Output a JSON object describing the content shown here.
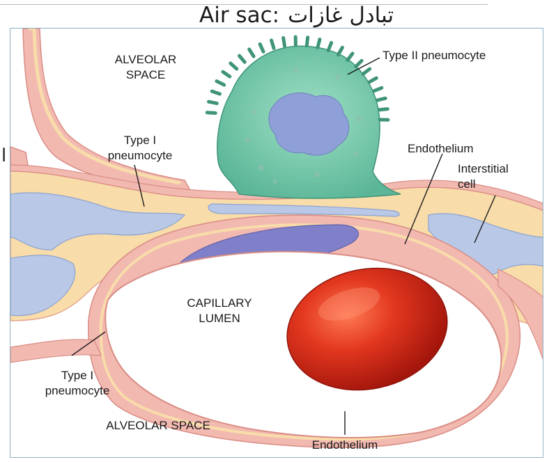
{
  "header": {
    "title_latin": "Air sac:",
    "title_arabic": "تبادل غازات",
    "side_mark": "ا"
  },
  "labels": {
    "alveolar_space_top_line1": "ALVEOLAR",
    "alveolar_space_top_line2": "SPACE",
    "type2_pneumocyte": "Type II pneumocyte",
    "type1_top_line1": "Type I",
    "type1_top_line2": "pneumocyte",
    "endothelium_top": "Endothelium",
    "interstitial_line1": "Interstitial",
    "interstitial_line2": "cell",
    "capillary_line1": "CAPILLARY",
    "capillary_line2": "LUMEN",
    "type1_bottom_line1": "Type I",
    "type1_bottom_line2": "pneumocyte",
    "alveolar_space_bottom": "ALVEOLAR SPACE",
    "endothelium_bottom": "Endothelium"
  },
  "colors": {
    "tissue_pink": "#f2b9b1",
    "tissue_pink_dark": "#e48f86",
    "interstitium_cream": "#f8dcaa",
    "interstitial_blue": "#b8c8e6",
    "nucleus_purple": "#7f80c9",
    "type2_cell_teal": "#6cc3a6",
    "type2_nucleus": "#8fa0d8",
    "red_blood_cell": "#d9301c",
    "frame_border": "#8fb0c6"
  }
}
